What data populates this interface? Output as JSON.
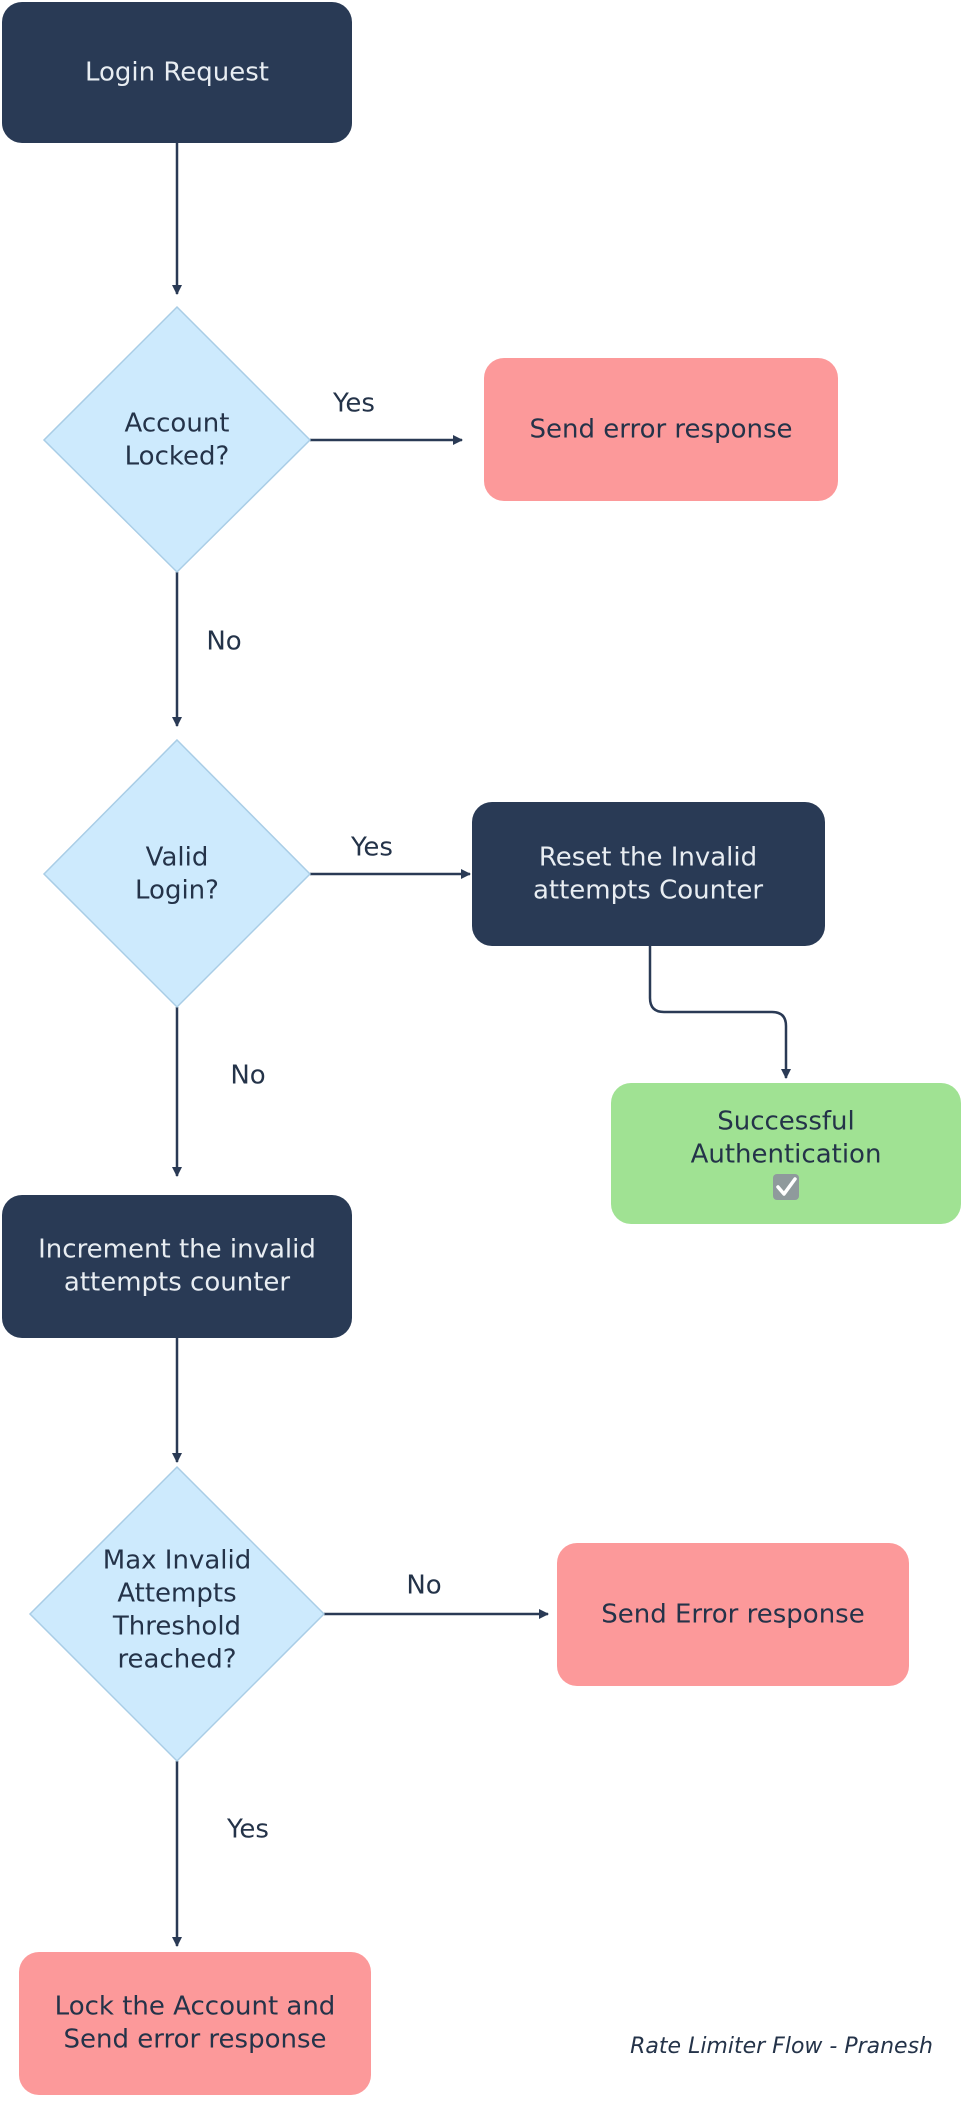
{
  "colors": {
    "process": "#293a55",
    "decision": "#cdeafd",
    "decision_stroke": "#a9cde6",
    "error": "#fc999a",
    "success": "#a0e293",
    "edge": "#2a3a55"
  },
  "nodes": {
    "login_request": {
      "lines": [
        "Login Request"
      ]
    },
    "account_locked": {
      "lines": [
        "Account",
        "Locked?"
      ]
    },
    "send_error_1": {
      "lines": [
        "Send error response"
      ]
    },
    "valid_login": {
      "lines": [
        "Valid",
        "Login?"
      ]
    },
    "reset_counter": {
      "lines": [
        "Reset the Invalid",
        "attempts Counter"
      ]
    },
    "success": {
      "lines": [
        "Successful",
        "Authentication"
      ],
      "icon": "check-box-icon"
    },
    "increment_counter": {
      "lines": [
        "Increment the invalid",
        "attempts counter"
      ]
    },
    "max_threshold": {
      "lines": [
        "Max Invalid",
        "Attempts",
        "Threshold",
        "reached?"
      ]
    },
    "send_error_2": {
      "lines": [
        "Send Error response"
      ]
    },
    "lock_account": {
      "lines": [
        "Lock the Account and",
        "Send error response"
      ]
    }
  },
  "edge_labels": {
    "locked_yes": "Yes",
    "locked_no": "No",
    "valid_yes": "Yes",
    "valid_no": "No",
    "max_no": "No",
    "max_yes": "Yes"
  },
  "credit": "Rate Limiter Flow - Pranesh"
}
